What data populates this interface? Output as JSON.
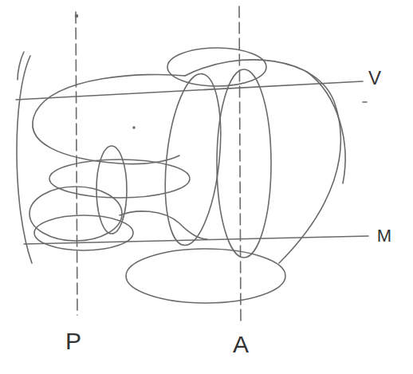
{
  "diagram": {
    "labels": [
      "V",
      "M",
      "P",
      "A"
    ]
  }
}
